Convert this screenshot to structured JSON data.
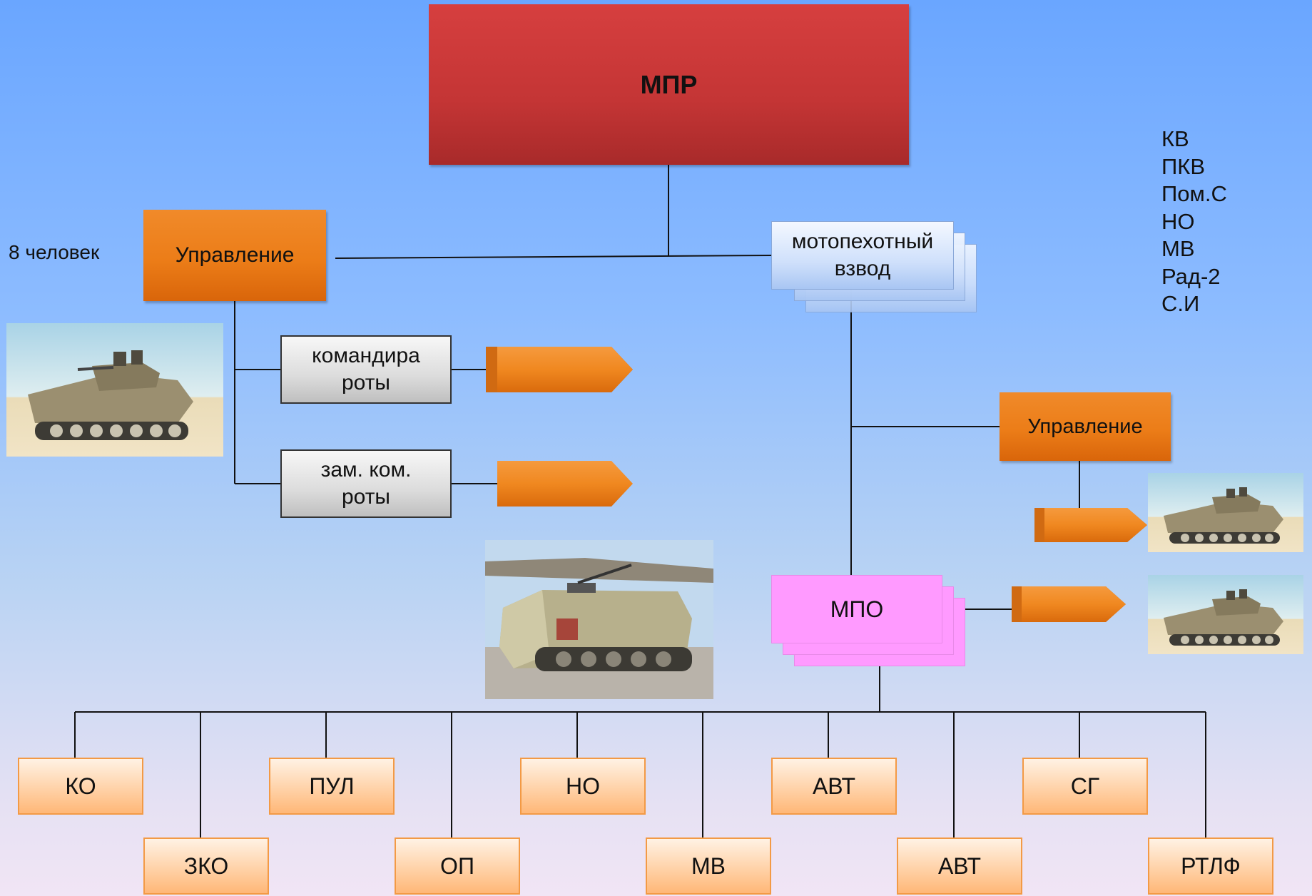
{
  "top": {
    "label": "МПР"
  },
  "left_note": "8 человек",
  "upravlenie_left": "Управление",
  "komandira": [
    "командира",
    "роты"
  ],
  "zam_kom": [
    "зам. ком.",
    "роты"
  ],
  "platoon": [
    "мотопехотный",
    "взвод"
  ],
  "upravlenie_right": "Управление",
  "mpo": "МПО",
  "right_list": [
    "КВ",
    "ПКВ",
    "Пом.С",
    "НО",
    "МВ",
    "Рад-2",
    "С.И"
  ],
  "bottom_row1": [
    "КО",
    "ПУЛ",
    "НО",
    "АВТ",
    "СГ"
  ],
  "bottom_row2": [
    "ЗКО",
    "ОП",
    "МВ",
    "АВТ",
    "РТЛФ"
  ],
  "colors": {
    "top_red": "#c43535",
    "orange": "#ec7d18",
    "pink": "#ff9aff",
    "peach": "#ffd2a8",
    "blue_box": "#cfe0fb"
  }
}
